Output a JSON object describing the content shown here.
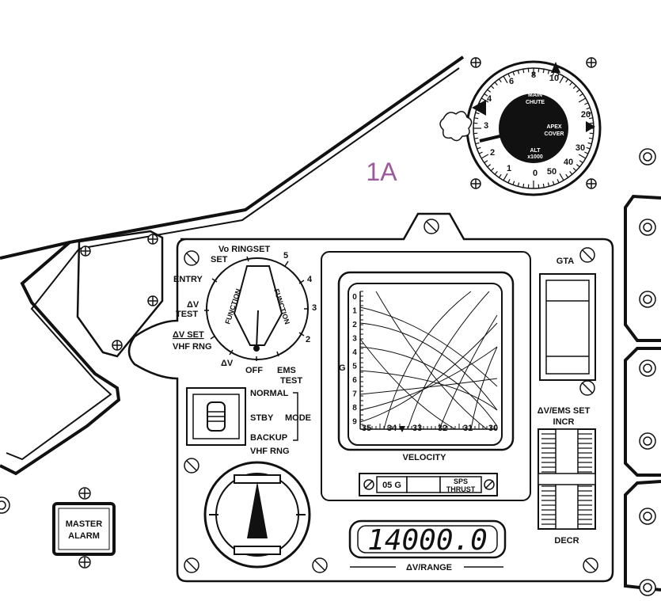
{
  "panel_id": "1A",
  "colors": {
    "ink": "#111111",
    "panel_id": "#9b5a9e",
    "paper": "#ffffff"
  },
  "altimeter": {
    "scale": [
      "0",
      "1",
      "2",
      "3",
      "4",
      "6",
      "8",
      "10",
      "20",
      "30",
      "40",
      "50"
    ],
    "center_top": "MAIN",
    "center_top2": "CHUTE",
    "center_mid": "APEX",
    "center_mid2": "COVER",
    "center_bottom": "ALT",
    "center_bottom2": "x1000"
  },
  "function_switch": {
    "label_left": "FUNCTION",
    "label_right": "FUNCTION",
    "positions": {
      "vo_ringset": "Vo RINGSET",
      "set": "SET",
      "entry": "ENTRY",
      "dv_test": "ΔV",
      "test": "TEST",
      "dv_set": "ΔV SET",
      "vhf_rng": "VHF RNG",
      "dv": "ΔV",
      "off": "OFF",
      "ems": "EMS",
      "ems_test": "TEST",
      "n2": "2",
      "n3": "3",
      "n4": "4",
      "n5": "5"
    }
  },
  "mode_switch": {
    "normal": "NORMAL",
    "stby": "STBY",
    "mode": "MODE",
    "backup": "BACKUP",
    "vhf_rng": "VHF RNG"
  },
  "scroll_display": {
    "g_axis_label": "G",
    "g_ticks": [
      "0",
      "1",
      "2",
      "3",
      "4",
      "5",
      "6",
      "7",
      "8",
      "9"
    ],
    "velocity_ticks": [
      "35",
      "34",
      "33",
      "32",
      "31",
      "30"
    ],
    "velocity_label": "VELOCITY",
    "indicator_05g": "05 G",
    "indicator_sps": "SPS",
    "indicator_thrust": "THRUST"
  },
  "gta": {
    "label": "GTA"
  },
  "dv_ems_set": {
    "label": "ΔV/EMS SET",
    "incr": "INCR",
    "decr": "DECR"
  },
  "dv_range": {
    "readout": "14000.0",
    "label": "ΔV/RANGE"
  },
  "master_alarm": {
    "line1": "MASTER",
    "line2": "ALARM"
  }
}
